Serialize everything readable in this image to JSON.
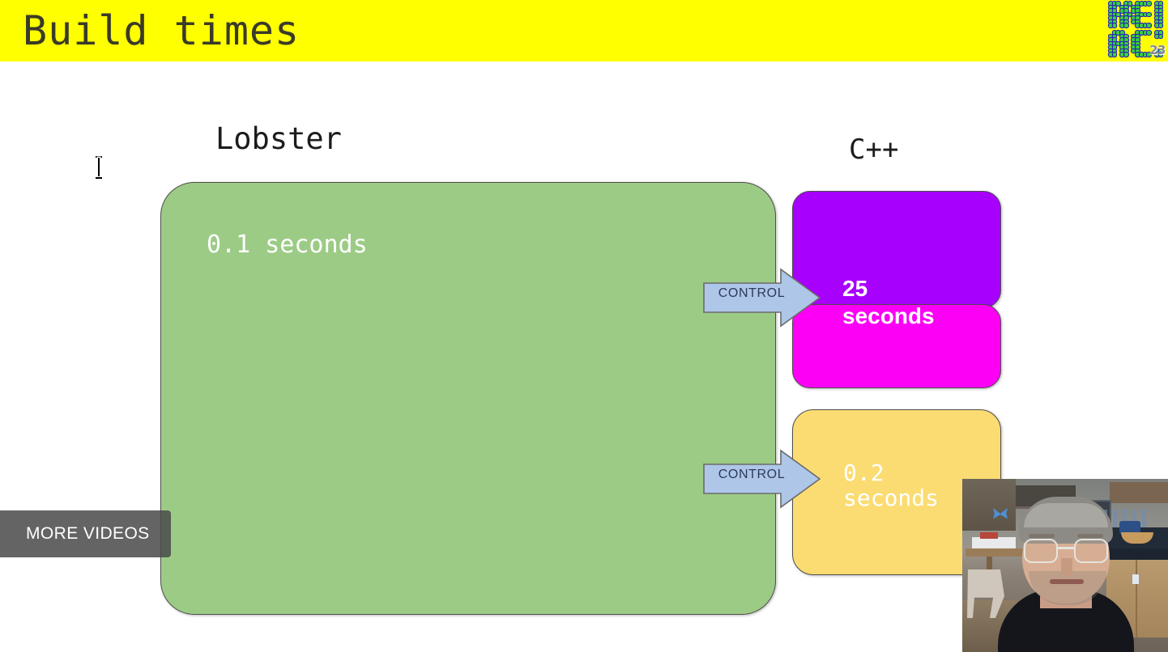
{
  "header": {
    "title": "Build times",
    "background_color": "#ffff00",
    "title_color": "#3a3a28"
  },
  "logo": {
    "name": "reac-conference-logo",
    "text": "REAC",
    "year": "23",
    "dot_color": "#39d13a",
    "outline_color": "#2a1fbe"
  },
  "diagram": {
    "labels": {
      "left": "Lobster",
      "right": "C++"
    },
    "boxes": [
      {
        "name": "lobster-box",
        "text": "0.1 seconds",
        "color": "#9ccb86",
        "text_color": "#ffffff"
      },
      {
        "name": "cpp-purple-box",
        "text": "",
        "color": "#a800fd"
      },
      {
        "name": "cpp-magenta-box",
        "text": "",
        "color": "#fb00f5"
      },
      {
        "name": "cpp-seconds-label",
        "line1": "25",
        "line2": "seconds",
        "text_color": "#ffffff"
      },
      {
        "name": "yellow-box",
        "line1": "0.2",
        "line2": "seconds",
        "color": "#fbdc72",
        "text_color": "#ffffff"
      }
    ],
    "arrows": [
      {
        "name": "control-arrow-top",
        "label": "CONTROL",
        "color": "#aec6e8",
        "label_color": "#2b3c5e"
      },
      {
        "name": "control-arrow-bottom",
        "label": "CONTROL",
        "color": "#aec6e8",
        "label_color": "#2b3c5e"
      }
    ]
  },
  "player_overlay": {
    "more_videos_label": "MORE VIDEOS"
  },
  "webcam": {
    "name": "presenter-webcam-pip"
  },
  "cursor": {
    "type": "text-caret"
  }
}
